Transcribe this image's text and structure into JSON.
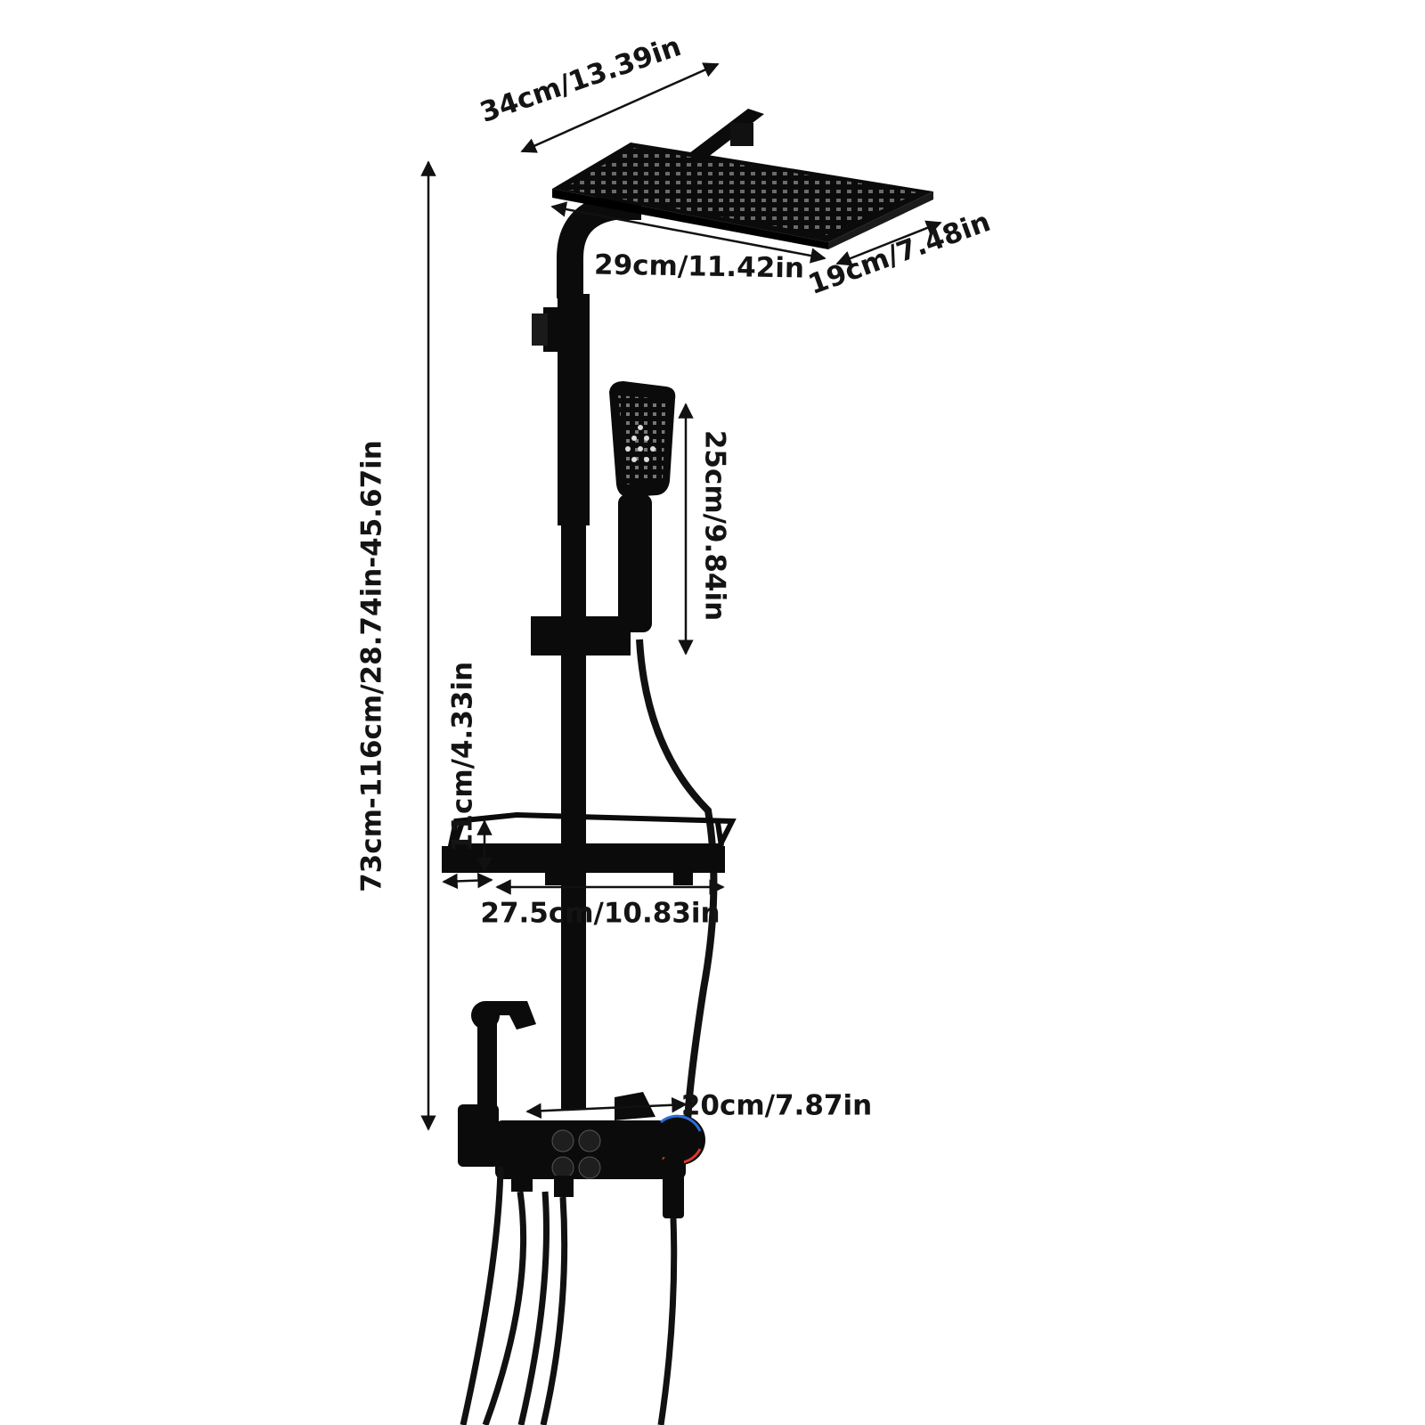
{
  "colors": {
    "product": "#0b0b0b",
    "dimension_line": "#111111",
    "background": "#ffffff",
    "temp_cold": "#2a6fd6",
    "temp_hot": "#d63a2a"
  },
  "dimensions": {
    "overall_height": "73cm-116cm/28.74in-45.67in",
    "head_width": "34cm/13.39in",
    "head_length": "29cm/11.42in",
    "head_depth": "19cm/7.48in",
    "hand_shower_length": "25cm/9.84in",
    "shelf_height": "11cm/4.33in",
    "shelf_width": "27.5cm/10.83in",
    "valve_width": "20cm/7.87in"
  },
  "icons": [
    "rain-shower-head-icon",
    "hand-shower-icon",
    "bidet-sprayer-icon",
    "soap-shelf-icon",
    "mixer-valve-icon"
  ]
}
